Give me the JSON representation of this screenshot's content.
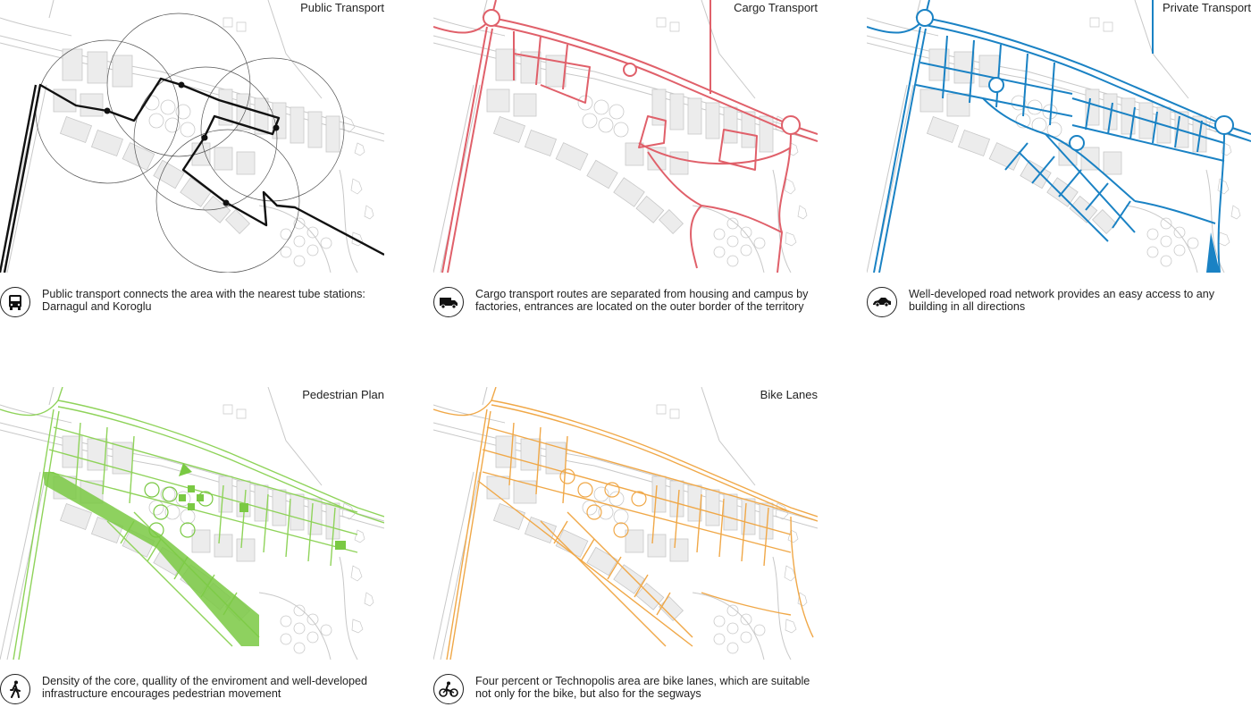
{
  "panels": [
    {
      "title": "Public Transport",
      "caption": "Public transport connects the area with the nearest tube stations: Darnagul and Koroglu",
      "icon": "bus-icon",
      "route_color": "#111111"
    },
    {
      "title": "Cargo Transport",
      "caption": "Cargo transport routes are separated from housing and campus by factories, entrances are located on the outer border of the territory",
      "icon": "truck-icon",
      "route_color": "#e0606a"
    },
    {
      "title": "Private Transport",
      "caption": "Well-developed road network provides an easy access to any building in all directions",
      "icon": "car-icon",
      "route_color": "#1a82c4"
    },
    {
      "title": "Pedestrian Plan",
      "caption": "Density of the core, quallity of the enviroment and well-developed infrastructure encourages pedestrian movement",
      "icon": "pedestrian-icon",
      "route_color": "#7ac943"
    },
    {
      "title": "Bike Lanes",
      "caption": "Four percent or Technopolis area are bike lanes, which are suitable not only for the bike, but also for the segways",
      "icon": "bicycle-icon",
      "route_color": "#f0a848"
    }
  ],
  "colors": {
    "base_map": "#c8c8c8",
    "block_fill": "#ececec"
  }
}
